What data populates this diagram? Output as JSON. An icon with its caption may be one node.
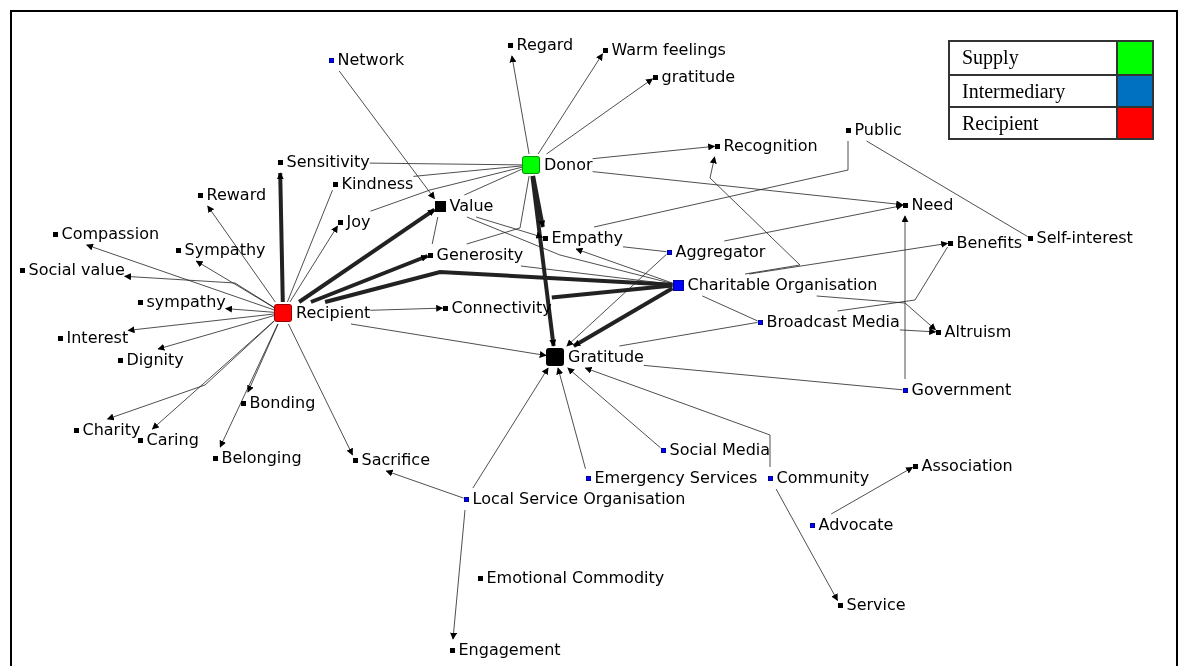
{
  "diagram": {
    "nodes": [
      {
        "text": [
          "Donor"
        ]
      },
      {
        "text": [
          "Recipient"
        ]
      },
      {
        "text": [
          "Gratitude"
        ]
      },
      {
        "text": [
          "Charitable Organisation"
        ]
      },
      {
        "text": [
          "Broadcast Media"
        ]
      },
      {
        "text": [
          "Aggregator"
        ]
      },
      {
        "text": [
          "Government"
        ]
      },
      {
        "text": [
          "Local Service Organisation"
        ]
      },
      {
        "text": [
          "Value"
        ]
      },
      {
        "text": [
          "Generosity"
        ]
      },
      {
        "text": [
          "Empathy"
        ]
      },
      {
        "text": [
          "Connectivity"
        ]
      },
      {
        "text": [
          "Network"
        ]
      },
      {
        "text": [
          "Regard"
        ]
      },
      {
        "text": [
          "Warm feelings"
        ]
      },
      {
        "text": [
          "gratitude"
        ]
      },
      {
        "text": [
          "Recognition"
        ]
      },
      {
        "text": [
          "Public"
        ]
      },
      {
        "text": [
          "Need"
        ]
      },
      {
        "text": [
          "Benefits"
        ]
      },
      {
        "text": [
          "Self-interest"
        ]
      },
      {
        "text": [
          "Altruism"
        ]
      },
      {
        "text": [
          "Sensitivity"
        ]
      },
      {
        "text": [
          "Kindness"
        ]
      },
      {
        "text": [
          "Reward"
        ]
      },
      {
        "text": [
          "Joy"
        ]
      },
      {
        "text": [
          "Compassion"
        ]
      },
      {
        "text": [
          "Sympathy"
        ]
      },
      {
        "text": [
          "Social value"
        ]
      },
      {
        "text": [
          "sympathy"
        ]
      },
      {
        "text": [
          "Interest"
        ]
      },
      {
        "text": [
          "Dignity"
        ]
      },
      {
        "text": [
          "Charity"
        ]
      },
      {
        "text": [
          "Caring"
        ]
      },
      {
        "text": [
          "Belonging"
        ]
      },
      {
        "text": [
          "Bonding"
        ]
      },
      {
        "text": [
          "Sacrifice"
        ]
      },
      {
        "text": [
          "Social Media"
        ]
      },
      {
        "text": [
          "Emergency Services"
        ]
      },
      {
        "text": [
          "Community"
        ]
      },
      {
        "text": [
          "Emotional Commodity"
        ]
      },
      {
        "text": [
          "Engagement"
        ]
      },
      {
        "text": [
          "Service"
        ]
      },
      {
        "text": [
          "Advocate"
        ]
      },
      {
        "text": [
          "Association"
        ]
      }
    ],
    "edges": [
      {
        "from": 0,
        "to": 13,
        "arrow": "to"
      },
      {
        "from": 0,
        "to": 14,
        "arrow": "to"
      },
      {
        "from": 0,
        "to": 15,
        "arrow": "to"
      },
      {
        "from": 0,
        "to": 16,
        "arrow": "to"
      },
      {
        "from": 0,
        "to": 18,
        "arrow": "to"
      },
      {
        "from": 0,
        "to": 2,
        "arrow": "to",
        "style": "thick"
      },
      {
        "from": 0,
        "to": 10,
        "arrow": "to",
        "style": "thick"
      },
      {
        "from": 0,
        "to": 22,
        "arrow": "none"
      },
      {
        "from": 0,
        "to": 23,
        "arrow": "none"
      },
      {
        "from": 0,
        "to": 25,
        "arrow": "none"
      },
      {
        "from": 0,
        "to": 8,
        "arrow": "none"
      },
      {
        "from": 0,
        "to": 9,
        "arrow": "none"
      },
      {
        "from": 12,
        "to": 8,
        "arrow": "to"
      },
      {
        "from": 1,
        "to": 24,
        "arrow": "to"
      },
      {
        "from": 1,
        "to": 22,
        "arrow": "to",
        "style": "thick"
      },
      {
        "from": 1,
        "to": 23,
        "arrow": "none"
      },
      {
        "from": 1,
        "to": 25,
        "arrow": "to"
      },
      {
        "from": 1,
        "to": 8,
        "arrow": "to",
        "style": "thick"
      },
      {
        "from": 1,
        "to": 9,
        "arrow": "to",
        "style": "thick"
      },
      {
        "from": 1,
        "to": 3,
        "arrow": "none",
        "style": "thick"
      },
      {
        "from": 1,
        "to": 11,
        "arrow": "to"
      },
      {
        "from": 1,
        "to": 2,
        "arrow": "to"
      },
      {
        "from": 1,
        "to": 26,
        "arrow": "to"
      },
      {
        "from": 1,
        "to": 27,
        "arrow": "to"
      },
      {
        "from": 1,
        "to": 28,
        "arrow": "to"
      },
      {
        "from": 1,
        "to": 29,
        "arrow": "to"
      },
      {
        "from": 1,
        "to": 30,
        "arrow": "to"
      },
      {
        "from": 1,
        "to": 31,
        "arrow": "to"
      },
      {
        "from": 1,
        "to": 32,
        "arrow": "to"
      },
      {
        "from": 1,
        "to": 33,
        "arrow": "to"
      },
      {
        "from": 1,
        "to": 34,
        "arrow": "to"
      },
      {
        "from": 1,
        "to": 35,
        "arrow": "to"
      },
      {
        "from": 1,
        "to": 36,
        "arrow": "to"
      },
      {
        "from": 7,
        "to": 36,
        "arrow": "to"
      },
      {
        "from": 7,
        "to": 2,
        "arrow": "to"
      },
      {
        "from": 7,
        "to": 41,
        "arrow": "to"
      },
      {
        "from": 38,
        "to": 2,
        "arrow": "to"
      },
      {
        "from": 37,
        "to": 2,
        "arrow": "to"
      },
      {
        "from": 39,
        "to": 2,
        "arrow": "to"
      },
      {
        "from": 3,
        "to": 2,
        "arrow": "to",
        "style": "thick"
      },
      {
        "from": 5,
        "to": 2,
        "arrow": "to"
      },
      {
        "from": 6,
        "to": 2,
        "arrow": "none"
      },
      {
        "from": 4,
        "to": 2,
        "arrow": "none"
      },
      {
        "from": 3,
        "to": 10,
        "arrow": "to"
      },
      {
        "from": 8,
        "to": 3,
        "arrow": "none"
      },
      {
        "from": 9,
        "to": 3,
        "arrow": "none"
      },
      {
        "from": 11,
        "to": 3,
        "arrow": "none",
        "style": "thick"
      },
      {
        "from": 5,
        "to": 18,
        "arrow": "to"
      },
      {
        "from": 6,
        "to": 18,
        "arrow": "to"
      },
      {
        "from": 3,
        "to": 16,
        "arrow": "to"
      },
      {
        "from": 3,
        "to": 19,
        "arrow": "to"
      },
      {
        "from": 3,
        "to": 4,
        "arrow": "none"
      },
      {
        "from": 3,
        "to": 21,
        "arrow": "to"
      },
      {
        "from": 4,
        "to": 21,
        "arrow": "to"
      },
      {
        "from": 4,
        "to": 19,
        "arrow": "none"
      },
      {
        "from": 10,
        "to": 5,
        "arrow": "none"
      },
      {
        "from": 10,
        "to": 17,
        "arrow": "none"
      },
      {
        "from": 17,
        "to": 20,
        "arrow": "none"
      },
      {
        "from": 8,
        "to": 10,
        "arrow": "to"
      },
      {
        "from": 8,
        "to": 9,
        "arrow": "none"
      },
      {
        "from": 39,
        "to": 42,
        "arrow": "to"
      },
      {
        "from": 43,
        "to": 44,
        "arrow": "to"
      }
    ],
    "legend": [
      {
        "text": "Supply",
        "color": "#00ff00"
      },
      {
        "text": "Intermediary",
        "color": "#0070c0"
      },
      {
        "text": "Recipient",
        "color": "#ff0000"
      }
    ]
  }
}
